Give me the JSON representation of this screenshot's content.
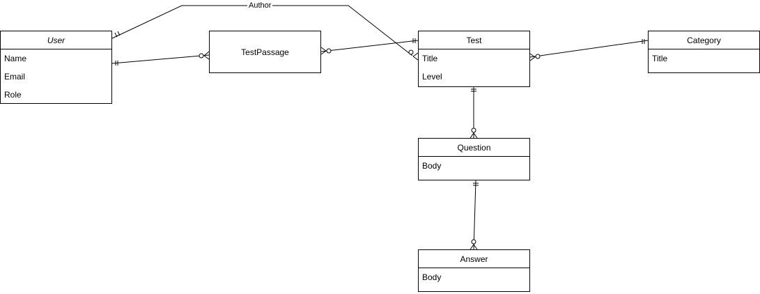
{
  "entities": {
    "user": {
      "title": "User",
      "attrs": [
        "Name",
        "Email",
        "Role"
      ]
    },
    "test_passage": {
      "title": "TestPassage"
    },
    "test": {
      "title": "Test",
      "attrs": [
        "Title",
        "Level"
      ]
    },
    "category": {
      "title": "Category",
      "attrs": [
        "Title"
      ]
    },
    "question": {
      "title": "Question",
      "attrs": [
        "Body"
      ]
    },
    "answer": {
      "title": "Answer",
      "attrs": [
        "Body"
      ]
    }
  },
  "relations": {
    "author_label": "Author"
  },
  "colors": {
    "stroke": "#000000",
    "background": "#ffffff"
  }
}
